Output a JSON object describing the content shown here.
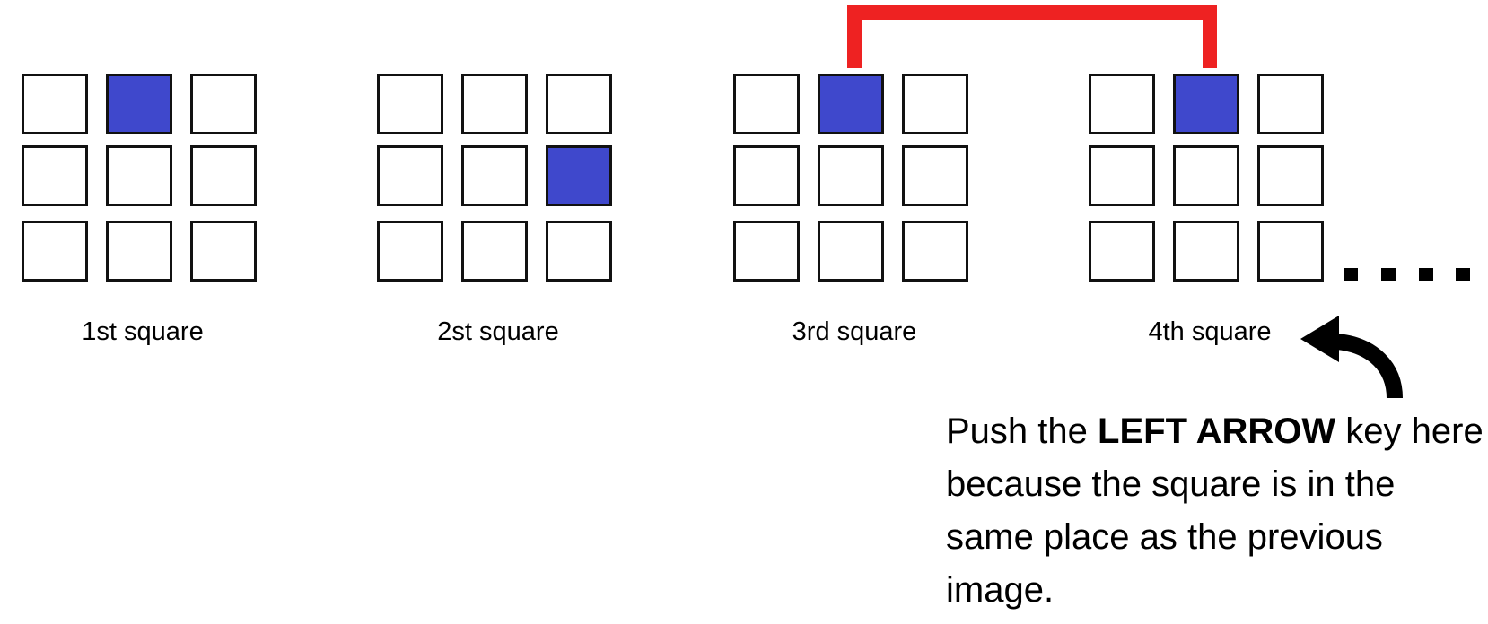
{
  "squares": [
    {
      "caption": "1st square",
      "highlighted_cell": 1
    },
    {
      "caption": "2st square",
      "highlighted_cell": 5
    },
    {
      "caption": "3rd square",
      "highlighted_cell": 1
    },
    {
      "caption": "4th square",
      "highlighted_cell": 1
    }
  ],
  "grid": {
    "rows": 3,
    "cols": 3
  },
  "instruction": {
    "before": "Push the ",
    "emphasis": "LEFT ARROW",
    "after": " key here because the square is in the same place as the previous image."
  },
  "continuation": "....",
  "colors": {
    "highlight": "#3f48cc",
    "connector": "#ee2222",
    "outline": "#111111",
    "arrow": "#000000"
  },
  "icons": {
    "connector": "red-bracket-connector",
    "arrow": "curved-left-arrow-icon",
    "ellipsis": "ellipsis-dots"
  }
}
